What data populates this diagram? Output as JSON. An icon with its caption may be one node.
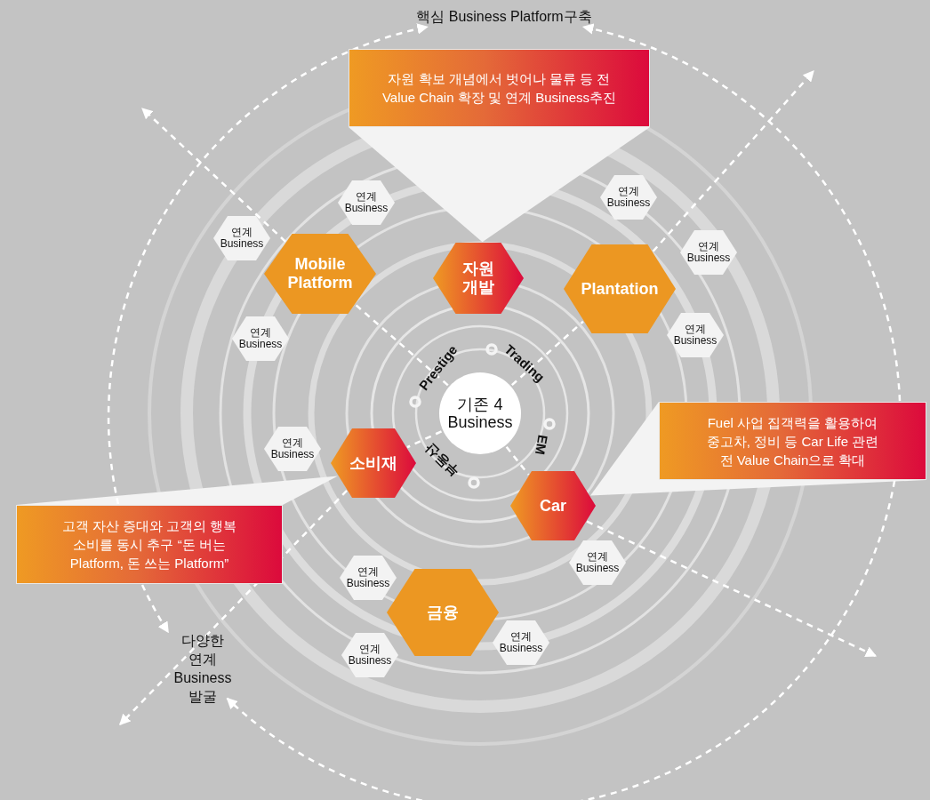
{
  "diagram": {
    "nodes": [
      {
        "text": [
          "기존 4 Business"
        ]
      },
      {
        "text": [
          "자원 개발"
        ]
      },
      {
        "text": [
          "Mobile Platform"
        ]
      },
      {
        "text": [
          "Plantation"
        ]
      },
      {
        "text": [
          "소비재"
        ]
      },
      {
        "text": [
          "Car"
        ]
      },
      {
        "text": [
          "금융"
        ]
      },
      {
        "text": [
          "연계 Business"
        ]
      },
      {
        "text": [
          "연계 Business"
        ]
      },
      {
        "text": [
          "연계 Business"
        ]
      },
      {
        "text": [
          "연계 Business"
        ]
      },
      {
        "text": [
          "연계 Business"
        ]
      },
      {
        "text": [
          "연계 Business"
        ]
      },
      {
        "text": [
          "연계 Business"
        ]
      },
      {
        "text": [
          "연계 Business"
        ]
      },
      {
        "text": [
          "연계 Business"
        ]
      },
      {
        "text": [
          "연계 Business"
        ]
      },
      {
        "text": [
          "연계 Business"
        ]
      },
      {
        "text": [
          "자원 확보 개념에서 벗어나 물류 등 전 Value Chain 확장 및 연계 Business추진"
        ]
      },
      {
        "text": [
          "Fuel 사업 집객력을 활용하여 중고차, 정비 등 Car Life 관련 전 Value Chain으로 확대"
        ]
      },
      {
        "text": [
          "고객 자산 증대와 고객의 행복 소비를 동시 추구 “돈 버는 Platform, 돈 쓰는 Platform”"
        ]
      },
      {
        "text": [
          "핵심 Business Platform구축"
        ]
      },
      {
        "text": [
          "다양한 연계 Business 발굴"
        ]
      }
    ],
    "edges": [
      {
        "from": 18,
        "to": 1,
        "arrow": "none"
      },
      {
        "from": 19,
        "to": 5,
        "arrow": "none"
      },
      {
        "from": 20,
        "to": 4,
        "arrow": "none"
      },
      {
        "from": 20,
        "to": 21,
        "arrow": "to",
        "style": "dashed"
      },
      {
        "from": 20,
        "to": 22,
        "arrow": "to",
        "style": "dashed"
      },
      {
        "from": 19,
        "to": 21,
        "arrow": "to",
        "style": "dashed"
      },
      {
        "from": 19,
        "to": 22,
        "arrow": "to",
        "style": "dashed"
      },
      {
        "from": 0,
        "to": 2,
        "arrow": "none",
        "style": "dashed"
      },
      {
        "from": 2,
        "to": null,
        "arrow": "to",
        "style": "dashed"
      },
      {
        "from": 0,
        "to": 3,
        "arrow": "none",
        "style": "dashed"
      },
      {
        "from": 3,
        "to": null,
        "arrow": "to",
        "style": "dashed"
      },
      {
        "from": 0,
        "to": 4,
        "arrow": "none",
        "style": "dashed"
      },
      {
        "from": 4,
        "to": null,
        "arrow": "to",
        "style": "dashed"
      },
      {
        "from": 0,
        "to": 5,
        "arrow": "none",
        "style": "dashed"
      },
      {
        "from": 5,
        "to": null,
        "arrow": "to",
        "style": "dashed"
      }
    ],
    "labels": [
      "Prestige",
      "Trading",
      "EM",
      "부동산"
    ]
  }
}
